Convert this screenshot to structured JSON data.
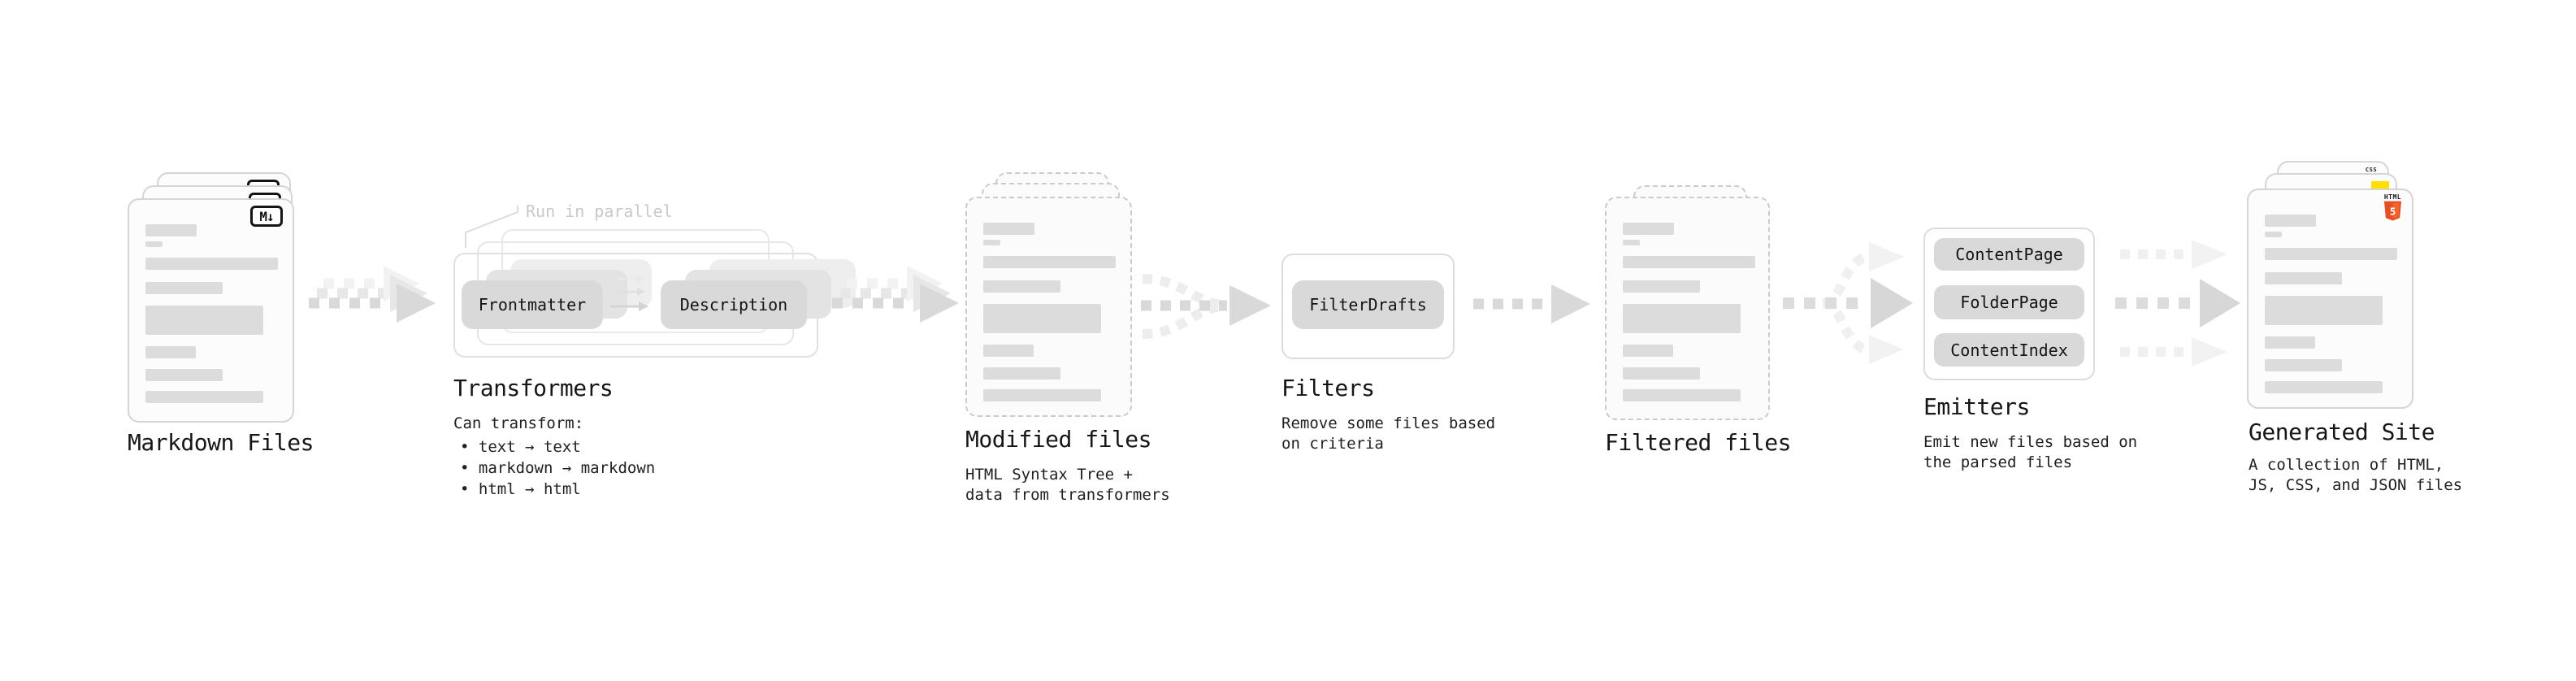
{
  "markdown": {
    "label": "Markdown Files",
    "badge_label": "M↓"
  },
  "transformers": {
    "label": "Transformers",
    "annotation": "Run in parallel",
    "left_pill": "Frontmatter",
    "right_pill": "Description",
    "note_title": "Can transform:",
    "bullets": [
      "• text → text",
      "• markdown → markdown",
      "• html → html"
    ]
  },
  "modified": {
    "label": "Modified files",
    "note": [
      "HTML Syntax Tree +",
      "data from transformers"
    ]
  },
  "filters": {
    "label": "Filters",
    "pill": "FilterDrafts",
    "note": [
      "Remove some files based",
      "on criteria"
    ]
  },
  "filtered": {
    "label": "Filtered files"
  },
  "emitters": {
    "label": "Emitters",
    "pills": [
      "ContentPage",
      "FolderPage",
      "ContentIndex"
    ],
    "note": [
      "Emit new files based on",
      "the parsed files"
    ]
  },
  "generated": {
    "label": "Generated Site",
    "css_badge": "CSS",
    "html_badge": "HTML",
    "html_number": "5",
    "note": [
      "A collection of HTML,",
      "JS, CSS, and JSON files"
    ]
  },
  "colors": {
    "html5_orange": "#e44d26",
    "html5_orange_light": "#f16529",
    "js_yellow": "#ffdf00",
    "css_blue": "#2965f1"
  }
}
